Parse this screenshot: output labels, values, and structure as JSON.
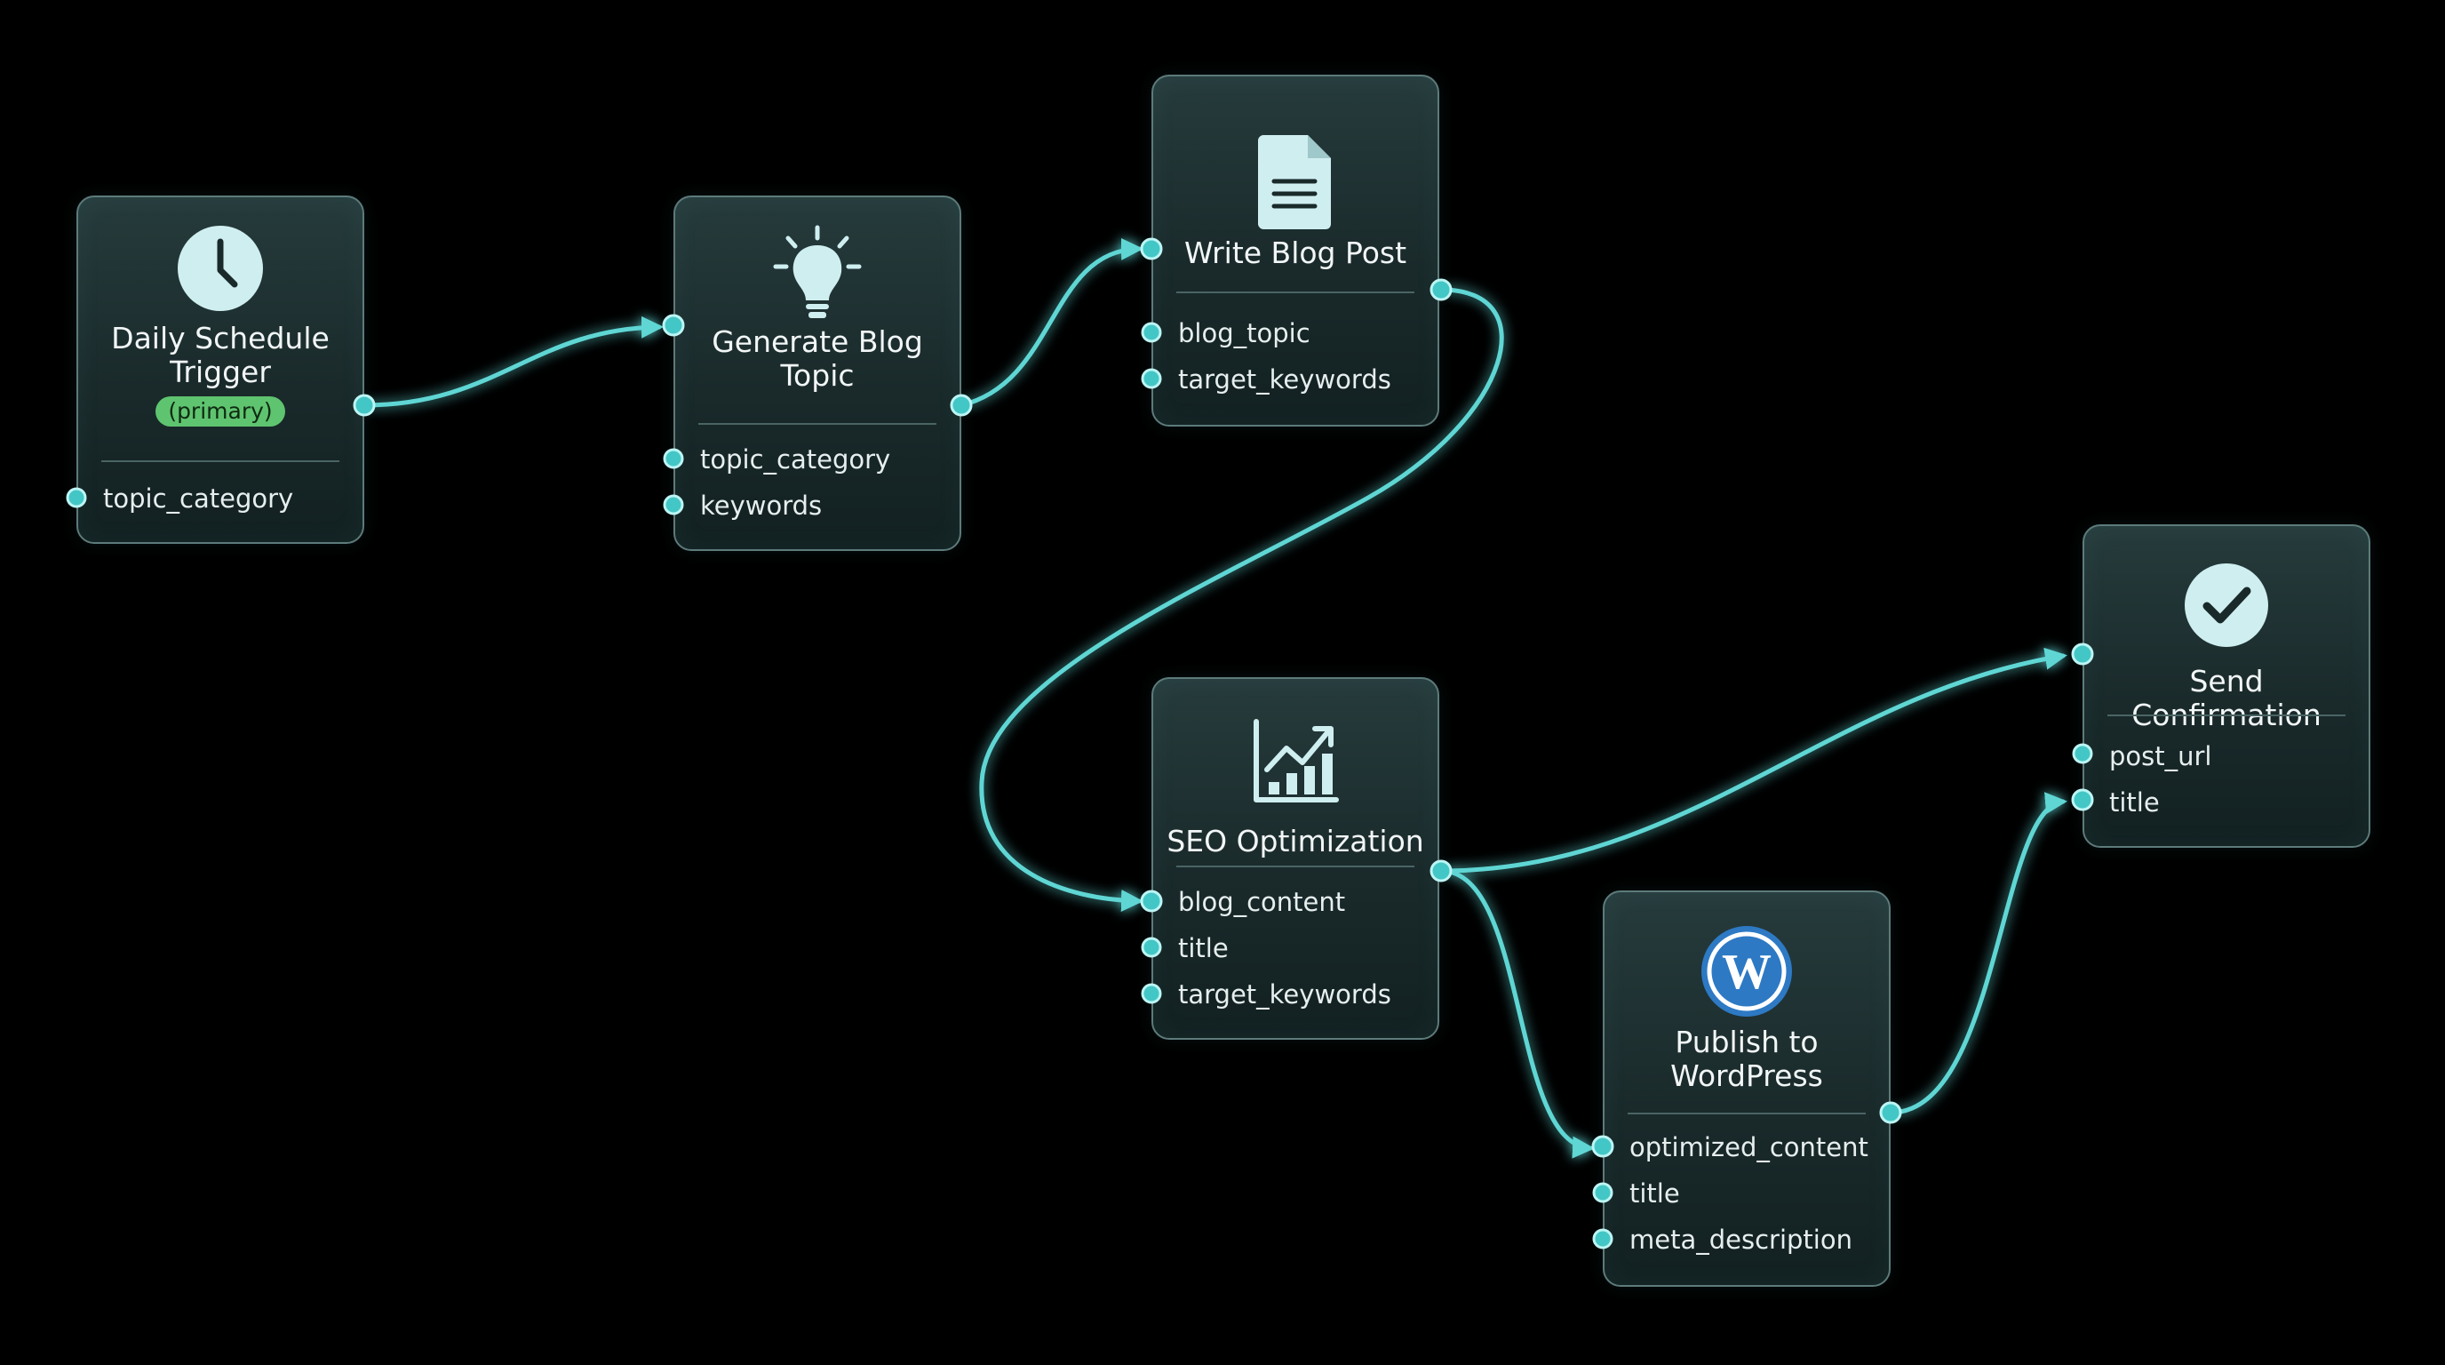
{
  "colors": {
    "background": "#000000",
    "wire": "#5fd6d4",
    "port": "#43c7c6",
    "node_fill": "#1c2d2e",
    "node_border": "#5d7b7b",
    "badge": "#5fc46f",
    "wordpress": "#2d79c4"
  },
  "nodes": {
    "trigger": {
      "icon": "clock-icon",
      "title": "Daily Schedule Trigger",
      "badge": "(primary)",
      "ports": [
        "topic_category"
      ]
    },
    "generate": {
      "icon": "lightbulb-icon",
      "title": "Generate Blog Topic",
      "ports": [
        "topic_category",
        "keywords"
      ]
    },
    "write": {
      "icon": "document-icon",
      "title": "Write Blog Post",
      "ports": [
        "blog_topic",
        "target_keywords"
      ]
    },
    "seo": {
      "icon": "chart-growth-icon",
      "title": "SEO Optimization",
      "ports": [
        "blog_content",
        "title",
        "target_keywords"
      ]
    },
    "publish": {
      "icon": "wordpress-icon",
      "title": "Publish to WordPress",
      "ports": [
        "optimized_content",
        "title",
        "meta_description"
      ]
    },
    "confirm": {
      "icon": "checkmark-icon",
      "title": "Send Confirmation",
      "ports": [
        "post_url",
        "title"
      ]
    }
  }
}
